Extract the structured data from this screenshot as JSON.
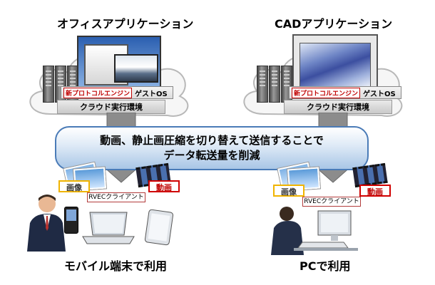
{
  "left": {
    "title": "オフィスアプリケーション",
    "protocol_engine": "新プロトコルエンジン",
    "guest_os": "ゲストOS",
    "cloud_env": "クラウド実行環境",
    "image_tag": "画像",
    "video_tag": "動画",
    "client": "RVECクライアント",
    "bottom_label": "モバイル端末で利用"
  },
  "right": {
    "title": "CADアプリケーション",
    "protocol_engine": "新プロトコルエンジン",
    "guest_os": "ゲストOS",
    "cloud_env": "クラウド実行環境",
    "image_tag": "画像",
    "video_tag": "動画",
    "client": "RVECクライアント",
    "bottom_label": "PCで利用"
  },
  "banner": {
    "line1": "動画、静止画圧縮を切り替えて送信することで",
    "line2": "データ転送量を削減"
  },
  "colors": {
    "banner_border": "#4a7bb7",
    "image_tag_border": "#f0b400",
    "video_tag_border": "#d00000",
    "protocol_red": "#c00000"
  }
}
